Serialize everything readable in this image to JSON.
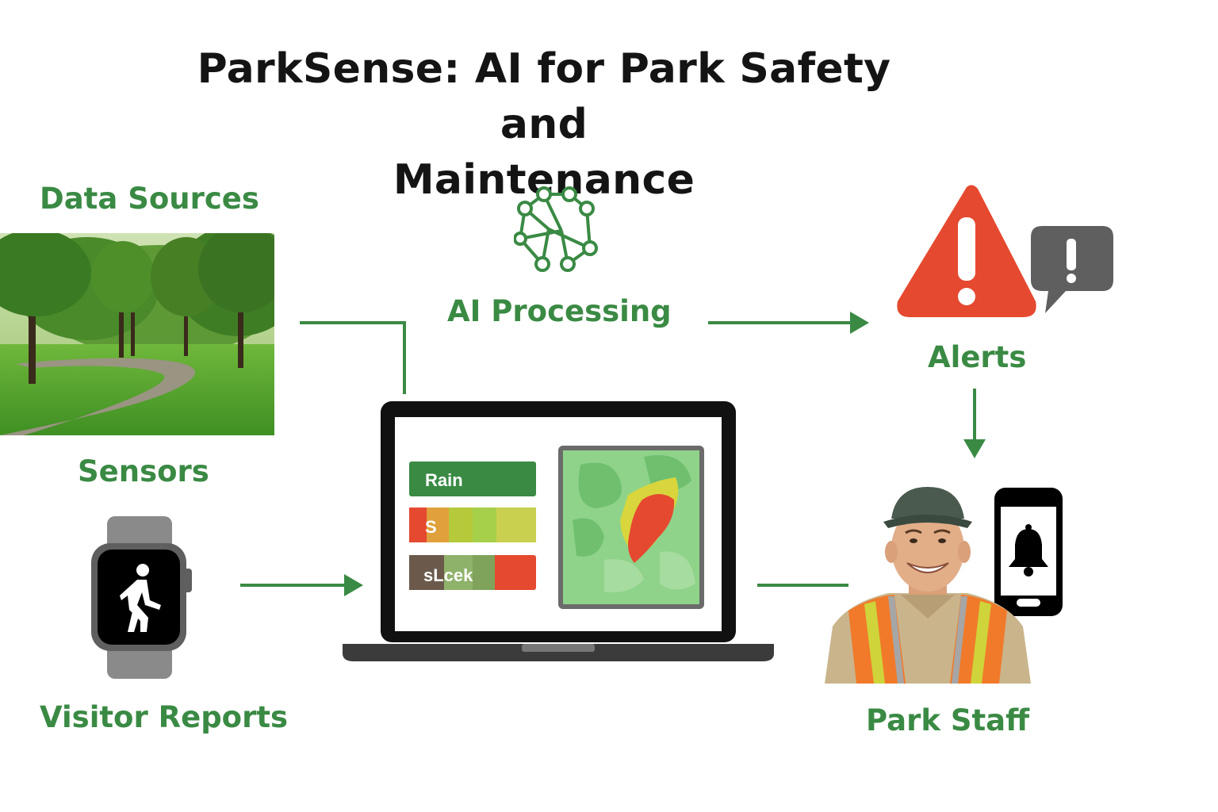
{
  "title": {
    "line1": "ParkSense: AI for Park Safety and",
    "line2": "Maintenance"
  },
  "labels": {
    "data_sources": "Data Sources",
    "sensors": "Sensors",
    "visitor_reports": "Visitor Reports",
    "ai_processing": "AI Processing",
    "alerts": "Alerts",
    "park_staff": "Park Staff"
  },
  "dashboard": {
    "bars": [
      {
        "text": "Rain"
      },
      {
        "text": "S"
      },
      {
        "text": "sLcek"
      }
    ]
  },
  "icons": {
    "park_photo": "park-photo-icon",
    "smartwatch": "smartwatch-icon",
    "neural_network": "neural-network-icon",
    "laptop": "laptop-icon",
    "warning": "warning-triangle-icon",
    "alert_bubble": "alert-chat-bubble-icon",
    "phone": "phone-bell-icon",
    "staff": "park-staff-worker-icon"
  },
  "colors": {
    "accent_green": "#3a8a44",
    "alert_red": "#e5492f",
    "title_black": "#141414"
  }
}
